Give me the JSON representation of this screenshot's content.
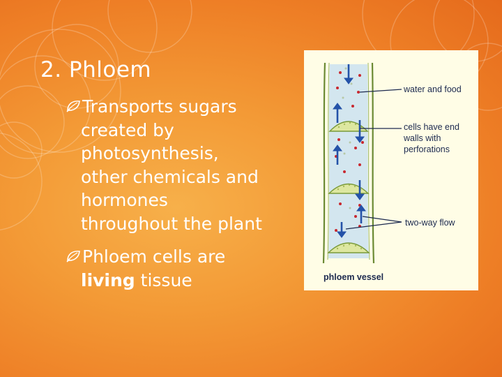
{
  "slide": {
    "title": "2. Phloem",
    "bullets": [
      {
        "lines": [
          "Transports sugars",
          "created by",
          "photosynthesis,",
          "other chemicals and",
          "hormones",
          "throughout the plant"
        ]
      },
      {
        "line1": "Phloem cells are",
        "line2_bold": "living",
        "line2_rest": " tissue"
      }
    ]
  },
  "figure": {
    "labels": {
      "water_food": "water and food",
      "end_walls": [
        "cells have end",
        "walls with",
        "perforations"
      ],
      "two_way": "two-way flow"
    },
    "caption": "phloem vessel"
  },
  "colors": {
    "background": "#f39a36",
    "text": "#ffffff",
    "figure_bg": "#fffde6",
    "vessel_fill": "#d3e6ef",
    "sieve_plate": "#dde7a0",
    "arrow": "#2452a8",
    "particle_red": "#c8282f"
  },
  "icons": {
    "bullet": "leaf-icon",
    "flow": "arrow-icon"
  }
}
